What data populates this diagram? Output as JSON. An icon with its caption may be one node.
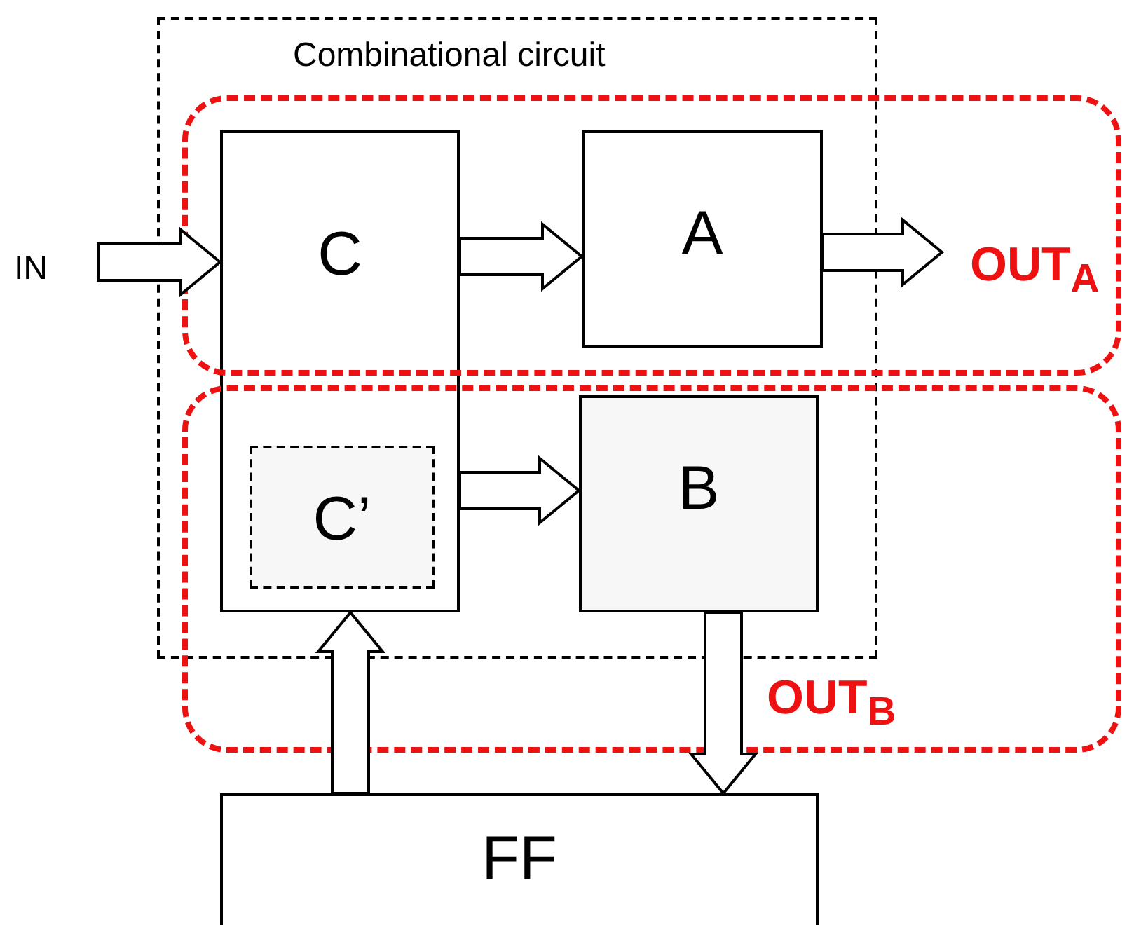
{
  "diagram": {
    "nodes": [
      {
        "text": [
          "Combinational circuit"
        ]
      },
      {
        "text": [
          "OUT$_{A}$"
        ]
      },
      {
        "text": [
          "OUT$_{B}$"
        ]
      },
      {
        "text": [
          "C"
        ],
        "in": 0
      },
      {
        "text": [
          "C’"
        ]
      },
      {
        "text": [
          "A"
        ]
      },
      {
        "text": [
          "B"
        ]
      },
      {
        "text": [
          "FF"
        ]
      },
      {
        "text": [
          "IN"
        ]
      }
    ],
    "edges": [
      {
        "from": 8,
        "to": 3,
        "arrow": "to"
      },
      {
        "from": 3,
        "to": 5,
        "arrow": "to"
      },
      {
        "from": 3,
        "to": 6,
        "arrow": "to"
      },
      {
        "from": 5,
        "to": null,
        "arrow": "to"
      },
      {
        "from": 7,
        "to": 3,
        "arrow": "to"
      },
      {
        "from": 6,
        "to": 7,
        "arrow": "to"
      }
    ]
  }
}
